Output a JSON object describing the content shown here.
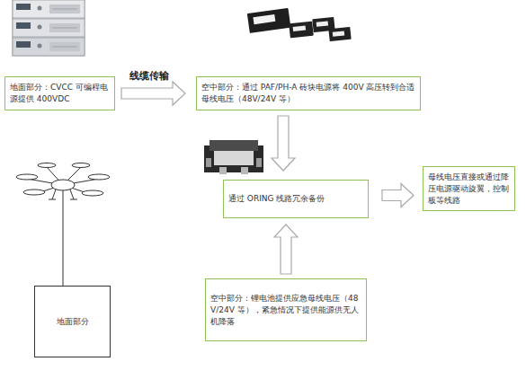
{
  "diagram": {
    "nodes": [
      {
        "text": [
          "地面部分：CVCC 可编程电源提供 400VDC"
        ]
      },
      {
        "text": [
          "空中部分：通过 PAF/PH-A 砖块电源将 400V 高压转到合适母线电压（48V/24V 等）"
        ]
      },
      {
        "text": [
          "通过 ORING 线路冗余备份"
        ]
      },
      {
        "text": [
          "母线电压直接或通过降压电源驱动旋翼，控制板等线路"
        ]
      },
      {
        "text": [
          "空中部分：锂电池提供应急母线电压（48V/24V 等），紧急情况下提供能源供无人机降落"
        ]
      },
      {
        "text": [
          "地面部分"
        ]
      }
    ],
    "edges": [
      {
        "from": 0,
        "to": 1,
        "arrow": "to",
        "label": "线缆传输"
      },
      {
        "from": 1,
        "to": 2,
        "arrow": "to"
      },
      {
        "from": 2,
        "to": 3,
        "arrow": "to"
      },
      {
        "from": 4,
        "to": 2,
        "arrow": "to"
      }
    ]
  }
}
